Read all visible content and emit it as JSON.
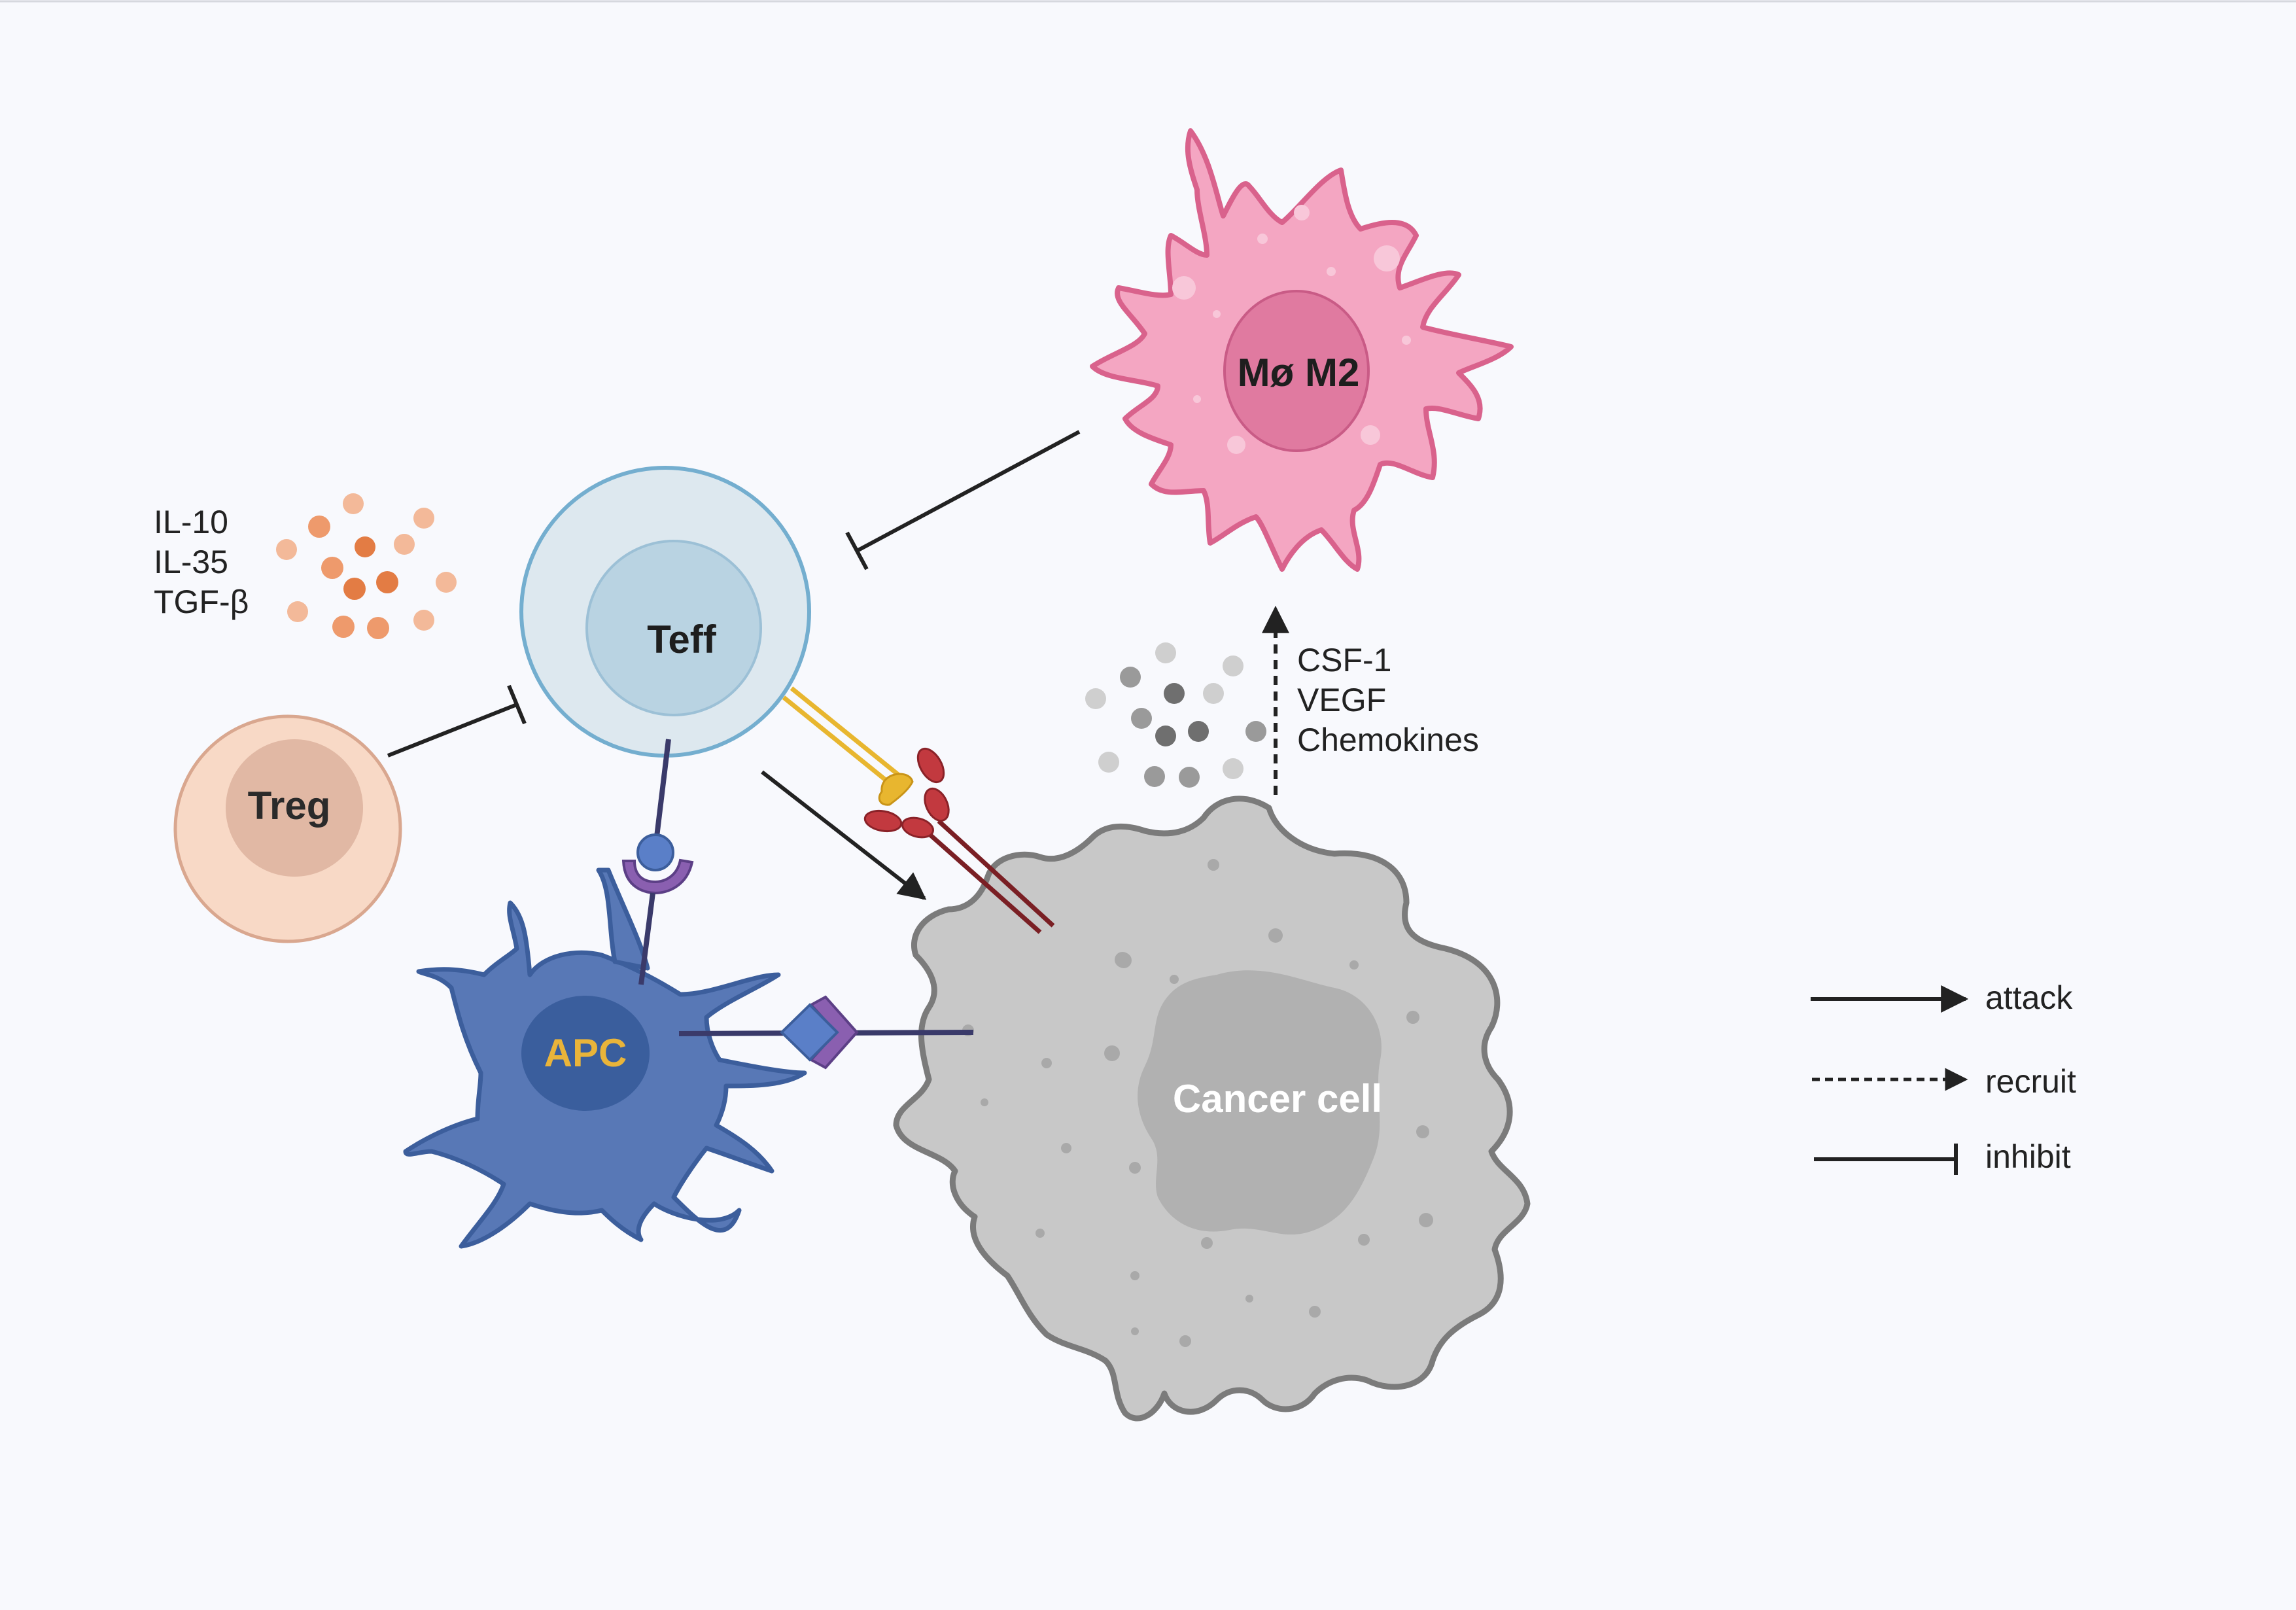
{
  "cells": {
    "teff": "Teff",
    "treg": "Treg",
    "apc": "APC",
    "cancer": "Cancer cell",
    "macrophage": "Mø M2"
  },
  "treg_cytokines": [
    "IL-10",
    "IL-35",
    "TGF-β"
  ],
  "tumor_factors": [
    "CSF-1",
    "VEGF",
    "Chemokines"
  ],
  "legend": {
    "attack": "attack",
    "recruit": "recruit",
    "inhibit": "inhibit"
  },
  "colors": {
    "background": "#f8f9fd",
    "teff_fill": "#dde8ef",
    "teff_nucleus": "#b9d3e2",
    "teff_border": "#74aecf",
    "treg_fill": "#f8d9c6",
    "treg_nucleus": "#e1b8a4",
    "apc_fill": "#5878b6",
    "apc_nucleus": "#3a5e9d",
    "apc_label": "#e9b43a",
    "cancer_fill": "#c8c8c8",
    "cancer_nucleus": "#b1b1b1",
    "macrophage_fill": "#f4a6c2",
    "macrophage_nucleus": "#e07aa0",
    "cytokine_orange": "#ee9a6c",
    "factor_gray": "#8d8d8d",
    "arrow": "#222222"
  }
}
